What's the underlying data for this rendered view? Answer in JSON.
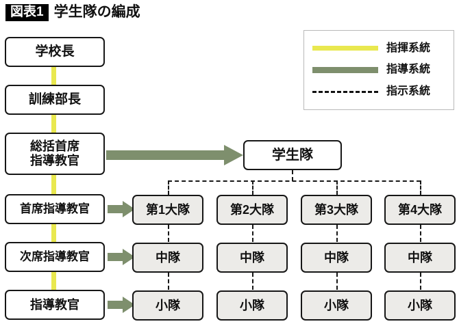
{
  "header": {
    "badge": "図表1",
    "title": "学生隊の編成"
  },
  "legend": {
    "items": [
      {
        "style": "solid-yellow",
        "color": "#e9e84f",
        "label": "指揮系統",
        "icon": "yellow-line-icon"
      },
      {
        "style": "solid-green",
        "color": "#7e8f6d",
        "label": "指導系統",
        "icon": "green-line-icon"
      },
      {
        "style": "dashed",
        "color": "#111111",
        "label": "指示系統",
        "icon": "dashed-line-icon"
      }
    ]
  },
  "chain_of_command": {
    "connector": "指揮系統",
    "nodes": [
      {
        "label": "学校長"
      },
      {
        "label": "訓練部長"
      },
      {
        "label": "総括首席\n指導教官"
      },
      {
        "label": "首席指導教官"
      },
      {
        "label": "次席指導教官"
      },
      {
        "label": "指導教官"
      }
    ]
  },
  "student_corps": {
    "root": {
      "label": "学生隊"
    },
    "battalions": [
      {
        "label": "第1大隊"
      },
      {
        "label": "第2大隊"
      },
      {
        "label": "第3大隊"
      },
      {
        "label": "第4大隊"
      }
    ],
    "companies": [
      {
        "label": "中隊"
      },
      {
        "label": "中隊"
      },
      {
        "label": "中隊"
      },
      {
        "label": "中隊"
      }
    ],
    "platoons": [
      {
        "label": "小隊"
      },
      {
        "label": "小隊"
      },
      {
        "label": "小隊"
      },
      {
        "label": "小隊"
      }
    ]
  },
  "colors": {
    "command_yellow": "#e9e84f",
    "guidance_green": "#7e8f6d",
    "instruction_dashed": "#111111",
    "box_gray": "#ecebe8",
    "box_border": "#161616"
  }
}
